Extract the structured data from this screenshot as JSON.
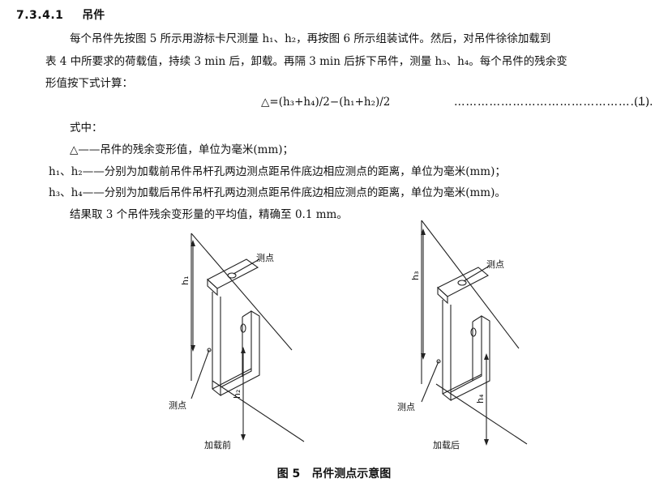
{
  "section": {
    "number": "7.3.4.1",
    "title": "吊件"
  },
  "paragraph": {
    "line1": "每个吊件先按图 5 所示用游标卡尺测量 h₁、h₂，再按图 6 所示组装试件。然后，对吊件徐徐加载到",
    "line2": "表 4 中所要求的荷载值，持续 3 min 后，卸载。再隔 3 min 后拆下吊件，测量 h₃、h₄。每个吊件的残余变",
    "line3": "形值按下式计算："
  },
  "formula": {
    "expression": "△=(h₃+h₄)/2−(h₁+h₂)/2",
    "leader": "……………………………………………",
    "number": "(1)"
  },
  "legend": {
    "intro": "式中：",
    "items": [
      {
        "symbol": "△",
        "dash": "——",
        "text": "吊件的残余变形值，单位为毫米(mm)；"
      },
      {
        "symbol": "h₁、h₂",
        "dash": "——",
        "text": "分别为加载前吊件吊杆孔两边测点距吊件底边相应测点的距离，单位为毫米(mm)；"
      },
      {
        "symbol": "h₃、h₄",
        "dash": "——",
        "text": "分别为加载后吊件吊杆孔两边测点距吊件底边相应测点的距离，单位为毫米(mm)。"
      }
    ]
  },
  "result": "结果取 3 个吊件残余变形量的平均值，精确至 0.1 mm。",
  "figures": {
    "left": {
      "top_label": "测点",
      "bottom_label": "测点",
      "dim_top": "h₁",
      "dim_bottom": "h₂",
      "caption": "加载前"
    },
    "right": {
      "top_label": "测点",
      "bottom_label": "测点",
      "dim_top": "h₃",
      "dim_bottom": "h₄",
      "caption": "加载后"
    }
  },
  "caption": {
    "number": "图 5",
    "title": "吊件测点示意图"
  }
}
